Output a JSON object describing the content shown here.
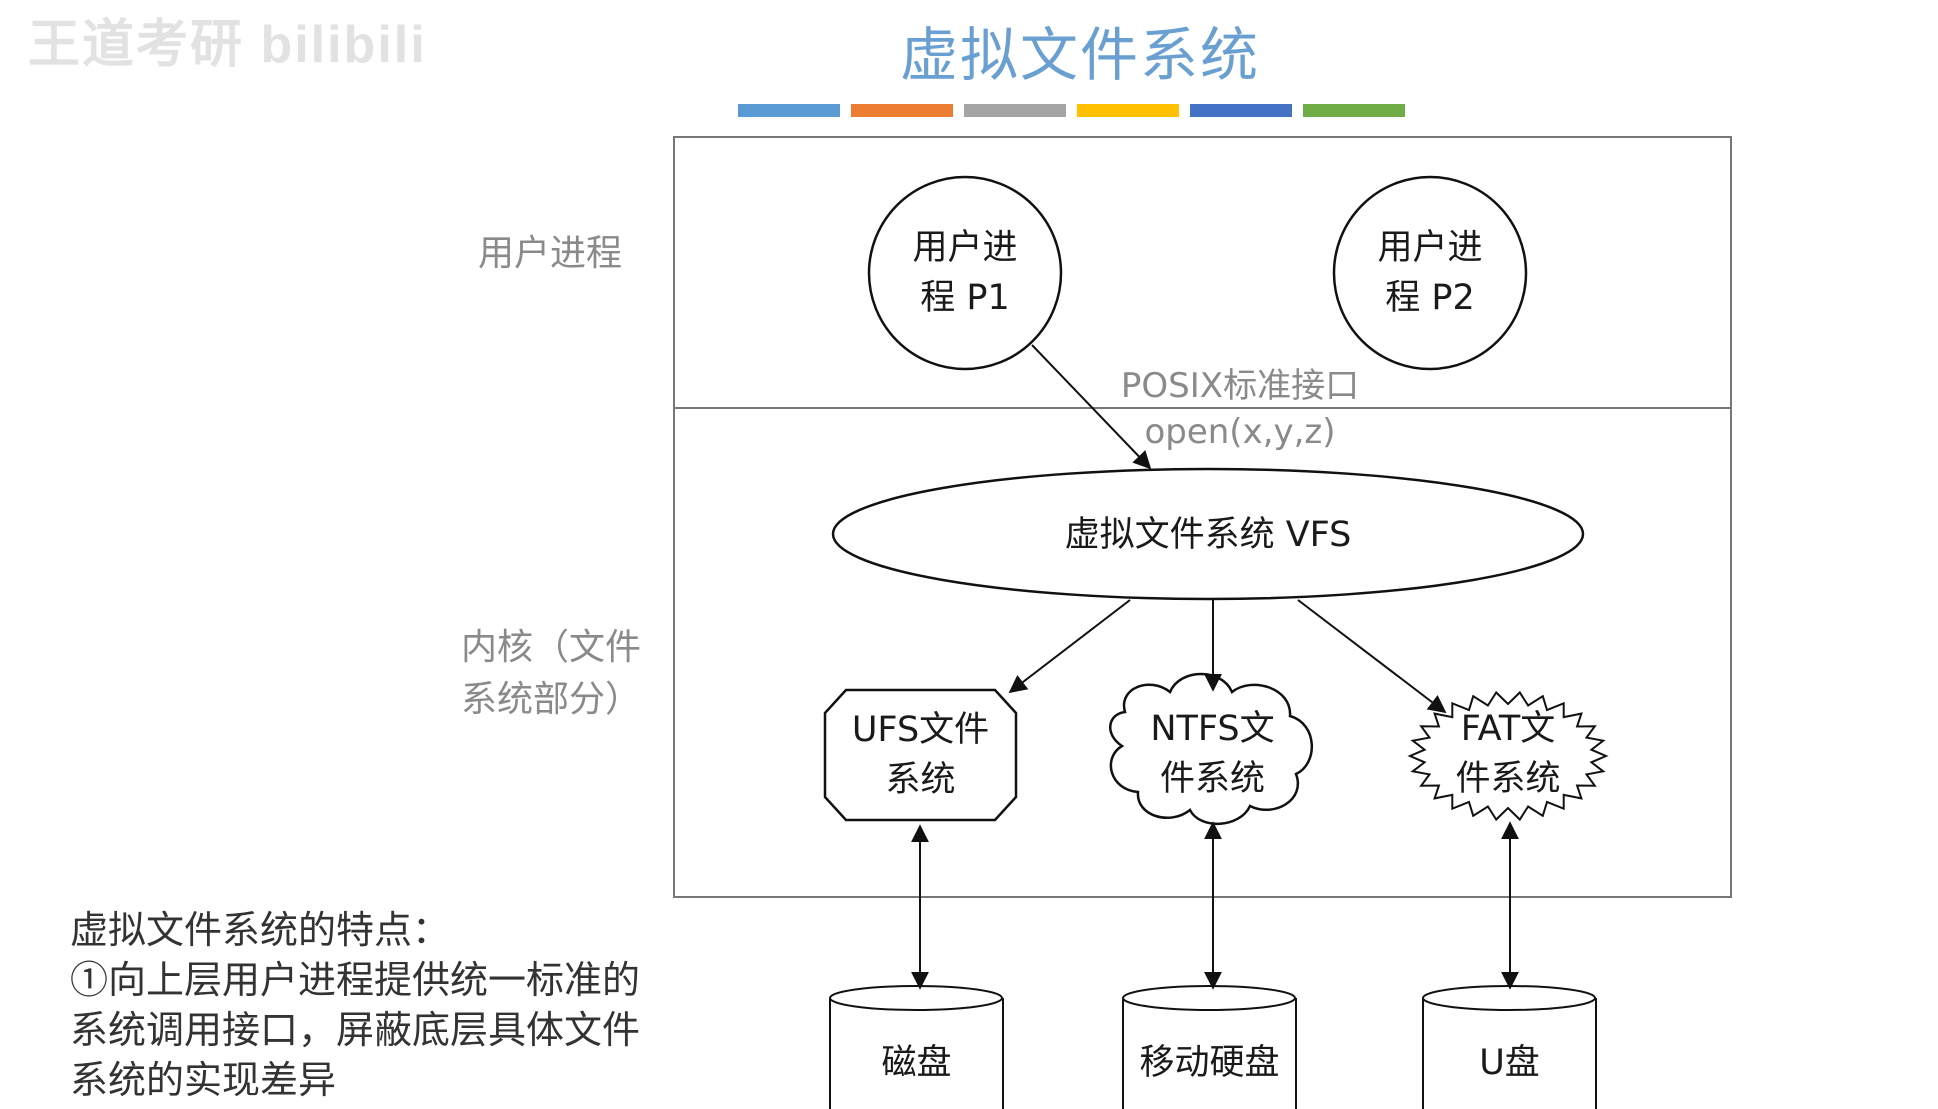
{
  "watermark": "王道考研 bilibili",
  "title": "虚拟文件系统",
  "colors": {
    "accent_title": "#6a9fd2",
    "bar": [
      "#5b9bd5",
      "#ed7d31",
      "#a5a5a5",
      "#ffc000",
      "#4472c4",
      "#70ad47"
    ]
  },
  "diagram": {
    "layers": {
      "user": "用户进程",
      "kernel_line1": "内核（文件",
      "kernel_line2": "系统部分）"
    },
    "processes": [
      {
        "line1": "用户进",
        "line2": "程 P1"
      },
      {
        "line1": "用户进",
        "line2": "程 P2"
      }
    ],
    "interface": {
      "name": "POSIX标准接口",
      "call": "open(x,y,z)"
    },
    "vfs": "虚拟文件系统 VFS",
    "filesystems": [
      {
        "line1": "UFS文件",
        "line2": "系统",
        "shape": "octagon"
      },
      {
        "line1": "NTFS文",
        "line2": "件系统",
        "shape": "cloud"
      },
      {
        "line1": "FAT文",
        "line2": "件系统",
        "shape": "starburst"
      }
    ],
    "devices": [
      "磁盘",
      "移动硬盘",
      "U盘"
    ]
  },
  "features": {
    "heading": "虚拟文件系统的特点：",
    "lines": [
      "①向上层用户进程提供统一标准的",
      "系统调用接口，屏蔽底层具体文件",
      "系统的实现差异"
    ]
  }
}
